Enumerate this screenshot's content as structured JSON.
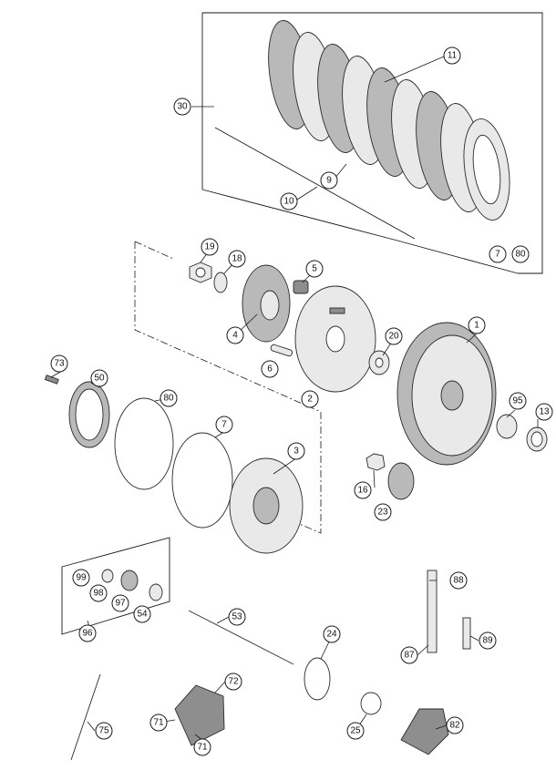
{
  "diagram": {
    "callouts": [
      {
        "id": "c1",
        "label": "1"
      },
      {
        "id": "c2",
        "label": "2"
      },
      {
        "id": "c3",
        "label": "3"
      },
      {
        "id": "c4",
        "label": "4"
      },
      {
        "id": "c5",
        "label": "5"
      },
      {
        "id": "c6",
        "label": "6"
      },
      {
        "id": "c7a",
        "label": "7"
      },
      {
        "id": "c7b",
        "label": "7"
      },
      {
        "id": "c9",
        "label": "9"
      },
      {
        "id": "c10",
        "label": "10"
      },
      {
        "id": "c11",
        "label": "11"
      },
      {
        "id": "c13",
        "label": "13"
      },
      {
        "id": "c16",
        "label": "16"
      },
      {
        "id": "c18",
        "label": "18"
      },
      {
        "id": "c19",
        "label": "19"
      },
      {
        "id": "c20",
        "label": "20"
      },
      {
        "id": "c23",
        "label": "23"
      },
      {
        "id": "c24",
        "label": "24"
      },
      {
        "id": "c25",
        "label": "25"
      },
      {
        "id": "c30",
        "label": "30"
      },
      {
        "id": "c50",
        "label": "50"
      },
      {
        "id": "c53",
        "label": "53"
      },
      {
        "id": "c54",
        "label": "54"
      },
      {
        "id": "c71a",
        "label": "71"
      },
      {
        "id": "c71b",
        "label": "71"
      },
      {
        "id": "c72",
        "label": "72"
      },
      {
        "id": "c73",
        "label": "73"
      },
      {
        "id": "c75",
        "label": "75"
      },
      {
        "id": "c80a",
        "label": "80"
      },
      {
        "id": "c80b",
        "label": "80"
      },
      {
        "id": "c82",
        "label": "82"
      },
      {
        "id": "c87",
        "label": "87"
      },
      {
        "id": "c88",
        "label": "88"
      },
      {
        "id": "c89",
        "label": "89"
      },
      {
        "id": "c95",
        "label": "95"
      },
      {
        "id": "c96",
        "label": "96"
      },
      {
        "id": "c97",
        "label": "97"
      },
      {
        "id": "c98",
        "label": "98"
      },
      {
        "id": "c99",
        "label": "99"
      }
    ]
  }
}
